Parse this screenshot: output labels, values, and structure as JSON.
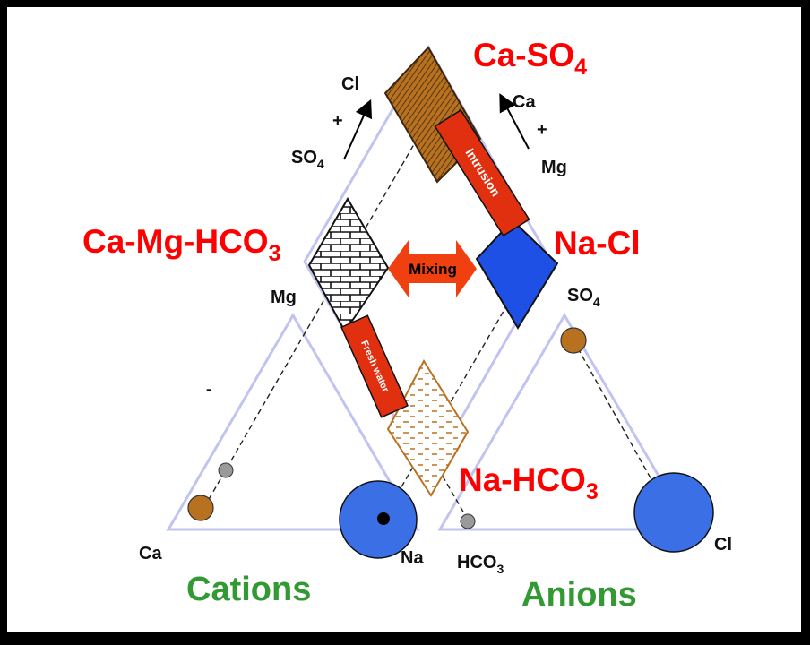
{
  "labels": {
    "ca_so4": {
      "main": "Ca-SO",
      "sub": "4"
    },
    "na_cl": "Na-Cl",
    "ca_mg_hco3": {
      "main": "Ca-Mg-HCO",
      "sub": "3"
    },
    "na_hco3": {
      "main": "Na-HCO",
      "sub": "3"
    },
    "cations": "Cations",
    "anions": "Anions",
    "mixing": "Mixing",
    "intrusion": "Intrusion",
    "fresh_water": "Fresh water",
    "mg": "Mg",
    "ca": "Ca",
    "na": "Na",
    "cl": "Cl",
    "hco3": {
      "main": "HCO",
      "sub": "3"
    },
    "so4": {
      "main": "SO",
      "sub": "4"
    },
    "arrow_left": {
      "top": "Cl",
      "plus": "+",
      "bottom_main": "SO",
      "bottom_sub": "4"
    },
    "arrow_right": {
      "top": "Ca",
      "plus": "+",
      "bottom": "Mg"
    },
    "minus": "-"
  },
  "colors": {
    "background": "#000000",
    "panel": "#ffffff",
    "red_label": "#ff0000",
    "green_label": "#339933",
    "triangle_stroke": "#c0c4ee",
    "brown": "#b8721f",
    "blue": "#1e50e6",
    "blue_circle": "#3a6fe6",
    "red_box": "#e03010",
    "mixing_arrow": "#f04010",
    "gray_dot": "#9a9a9a"
  }
}
